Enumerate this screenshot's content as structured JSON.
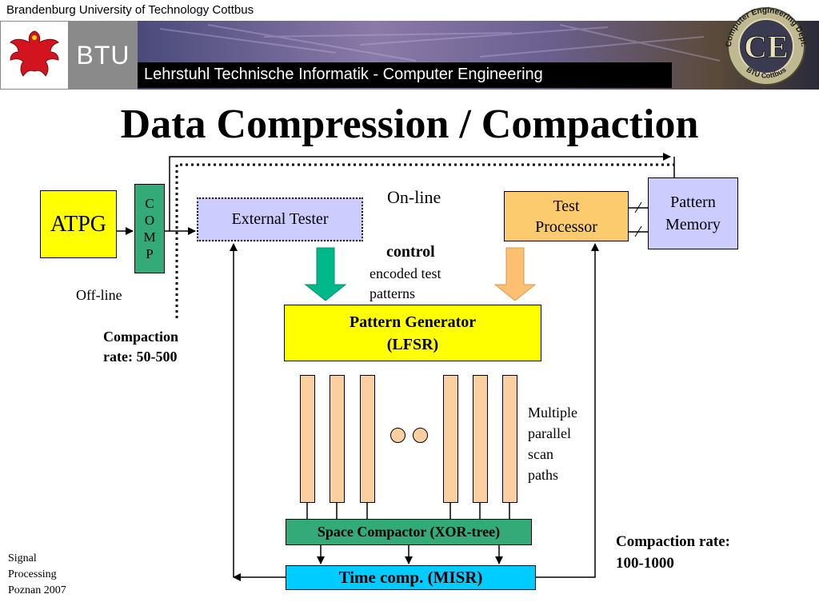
{
  "header": {
    "university": "Brandenburg University of Technology Cottbus",
    "logo_text": "BTU",
    "department": "Lehrstuhl Technische Informatik - Computer Engineering",
    "ce_logo": "CE",
    "ce_ring_text": "Computer Engineering Dept.",
    "ce_ring_text_bottom": "BTU Cottbus"
  },
  "slide": {
    "title": "Data Compression / Compaction"
  },
  "diagram": {
    "atpg": "ATPG",
    "comp": [
      "C",
      "O",
      "M",
      "P"
    ],
    "external_tester": "External Tester",
    "online": "On-line",
    "control": "control",
    "encoded_line1": "encoded test",
    "encoded_line2": "patterns",
    "test_processor_line1": "Test",
    "test_processor_line2": "Processor",
    "pattern_memory_line1": "Pattern",
    "pattern_memory_line2": "Memory",
    "offline": "Off-line",
    "compaction_left_line1": "Compaction",
    "compaction_left_line2": "rate: 50-500",
    "pattern_gen_line1": "Pattern Generator",
    "pattern_gen_line2": "(LFSR)",
    "scan_line1": "Multiple",
    "scan_line2": "parallel",
    "scan_line3": "scan",
    "scan_line4": "paths",
    "space_compactor": "Space Compactor (XOR-tree)",
    "time_comp": "Time comp. (MISR)",
    "compaction_right_line1": "Compaction rate:",
    "compaction_right_line2": "100-1000"
  },
  "footer": {
    "line1": "Signal",
    "line2": "Processing",
    "line3": "Poznan 2007"
  },
  "colors": {
    "atpg_fill": "#ffff00",
    "comp_fill": "#33aa77",
    "external_tester_fill": "#ccccff",
    "test_processor_fill": "#fccb6e",
    "pattern_memory_fill": "#ccccff",
    "pattern_gen_fill": "#ffff00",
    "space_compactor_fill": "#33aa77",
    "time_comp_fill": "#00ccff",
    "scan_fill": "#fccfa0",
    "green_arrow": "#00b88a",
    "orange_arrow": "#fcc070"
  }
}
